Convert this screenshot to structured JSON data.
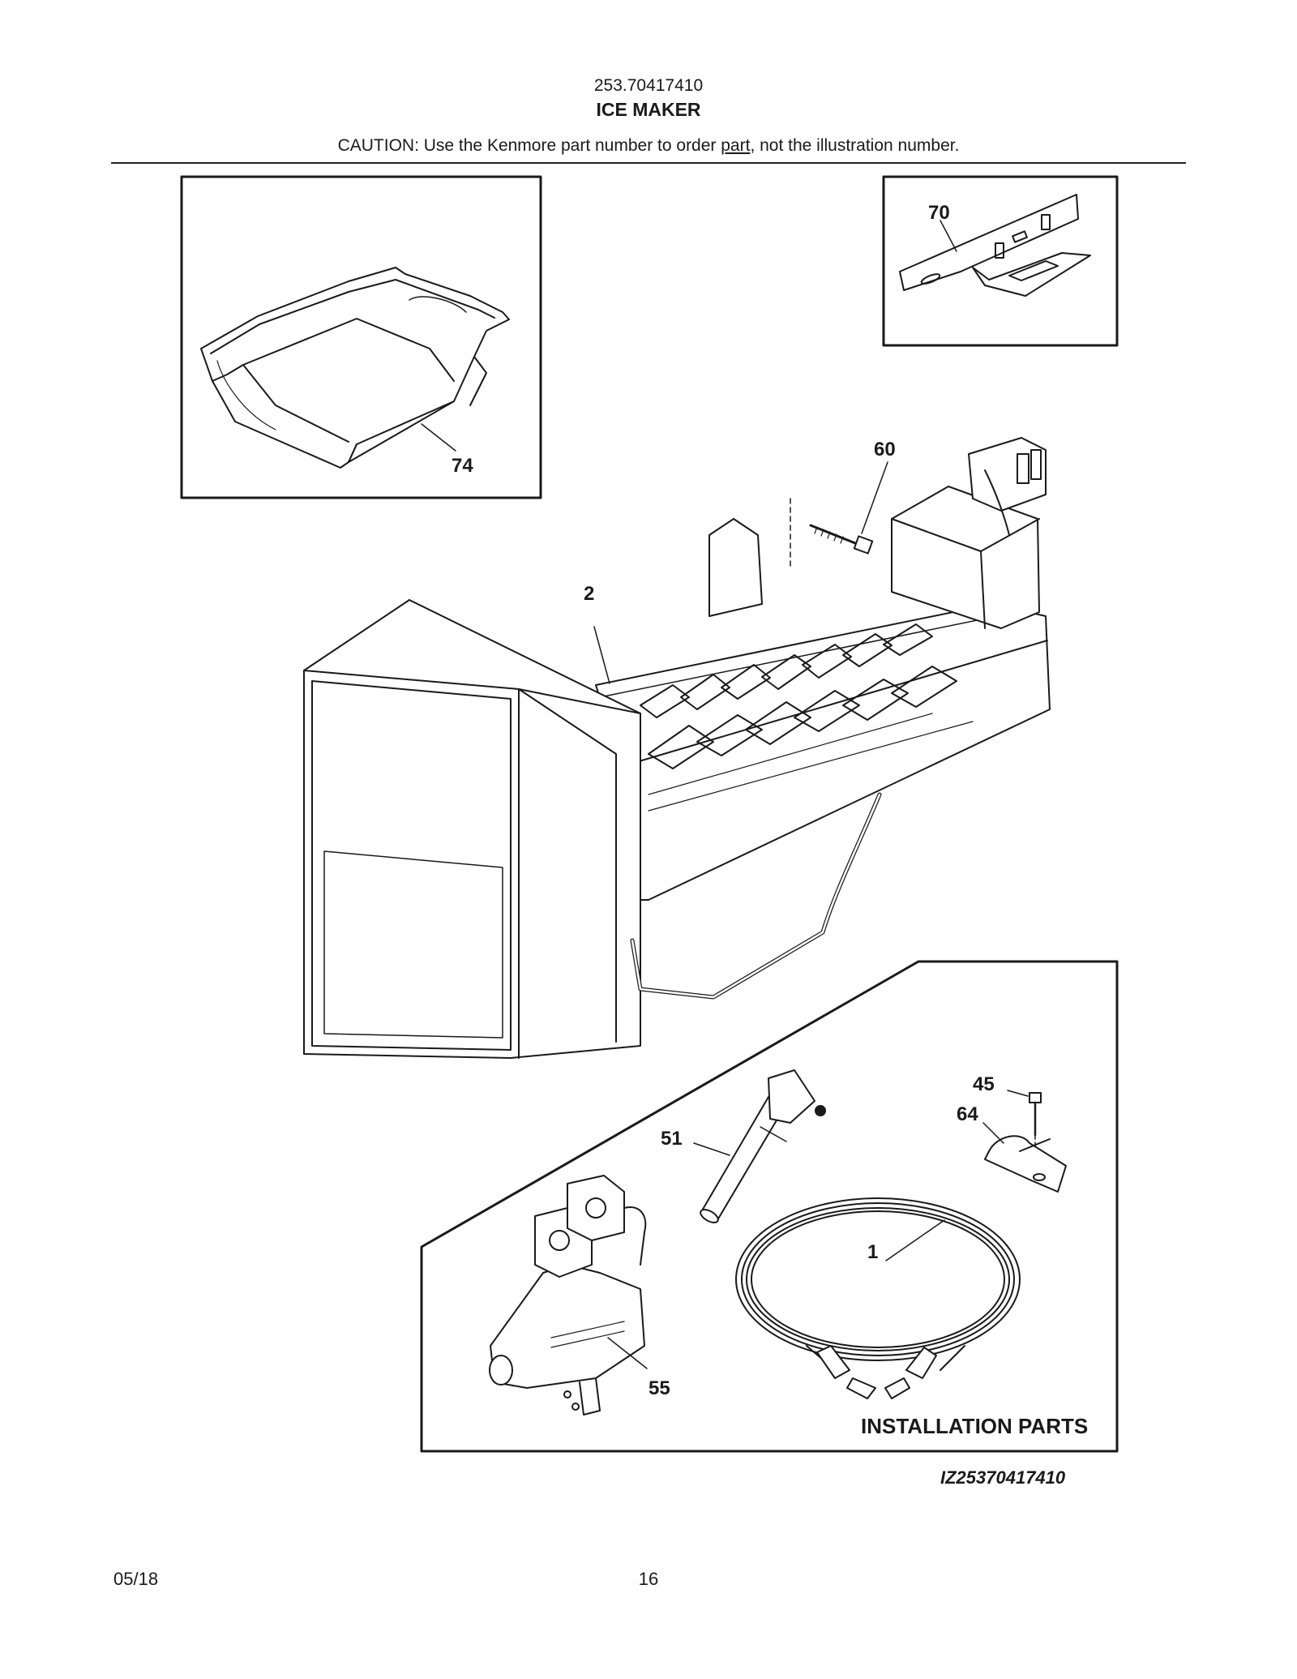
{
  "header": {
    "model": "253.70417410",
    "title": "ICE MAKER",
    "caution_pre": "CAUTION: Use the Kenmore part number to order ",
    "caution_link": "part",
    "caution_post": ", not the illustration number."
  },
  "callouts": {
    "bin": "74",
    "bracket": "70",
    "screw": "60",
    "icemaker": "2",
    "screw_small": "45",
    "clamp": "64",
    "tube": "51",
    "tubing": "1",
    "valve": "55"
  },
  "installation_label": "INSTALLATION PARTS",
  "diagram_code": "IZ25370417410",
  "footer": {
    "date": "05/18",
    "page": "16"
  }
}
